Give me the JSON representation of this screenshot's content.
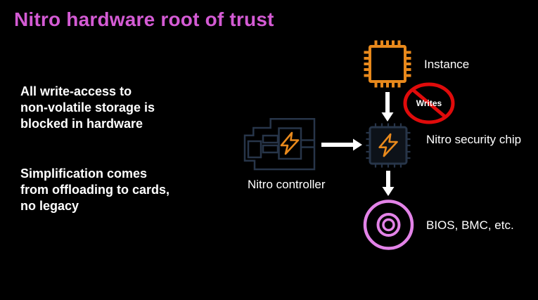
{
  "slide": {
    "title": "Nitro hardware root of trust"
  },
  "notes": [
    {
      "lines": [
        "All write-access to",
        "non-volatile storage is",
        "blocked in hardware"
      ]
    },
    {
      "lines": [
        "Simplification comes",
        "from offloading to cards,",
        "no legacy"
      ]
    }
  ],
  "diagram": {
    "nodes": [
      {
        "id": "instance",
        "label": "Instance",
        "icon": "chip-icon"
      },
      {
        "id": "nitro-security-chip",
        "label": "Nitro security chip",
        "icon": "chip-bolt-icon"
      },
      {
        "id": "nitro-controller",
        "label": "Nitro controller",
        "icon": "pcie-card-bolt-icon"
      },
      {
        "id": "bios-bmc",
        "label": "BIOS, BMC, etc.",
        "icon": "concentric-circles-icon"
      }
    ],
    "prohibition": {
      "label": "Writes",
      "icon": "no-symbol-icon"
    },
    "edges": [
      {
        "from": "instance",
        "to": "nitro-security-chip"
      },
      {
        "from": "nitro-controller",
        "to": "nitro-security-chip"
      },
      {
        "from": "nitro-security-chip",
        "to": "bios-bmc"
      }
    ]
  },
  "colors": {
    "background": "#000000",
    "title": "#d45bd4",
    "text": "#ffffff",
    "orange": "#e8891c",
    "navy": "#273549",
    "chip-fill": "#0d1219",
    "red": "#e00b0b",
    "violet": "#e383e8",
    "arrow": "#ffffff"
  }
}
